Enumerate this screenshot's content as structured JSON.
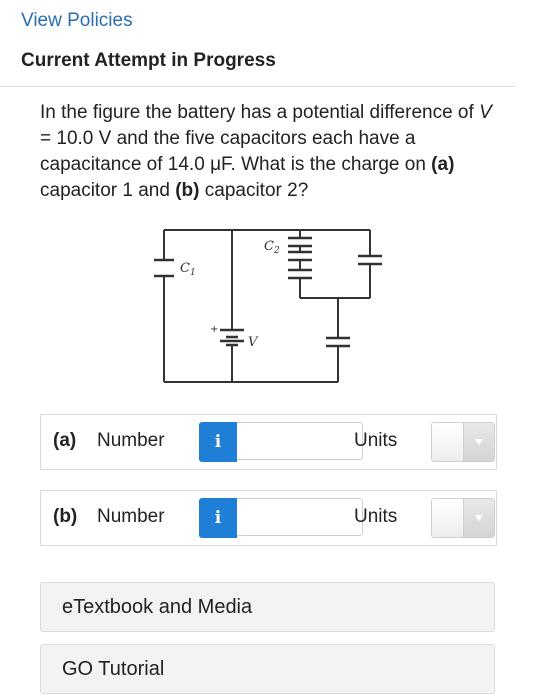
{
  "nav": {
    "view_policies": "View Policies"
  },
  "header": {
    "title": "Current Attempt in Progress"
  },
  "question": {
    "text_1": "In the figure the battery has a potential difference of ",
    "var_v": "V",
    "text_2": " = 10.0 V and the five capacitors each have a capacitance of 14.0 μF. What is the charge on ",
    "part_a": "(a)",
    "text_3": " capacitor 1 and ",
    "part_b": "(b)",
    "text_4": " capacitor 2?"
  },
  "figure": {
    "label_c1": "C",
    "label_c1_sub": "1",
    "label_c2": "C",
    "label_c2_sub": "2",
    "label_v": "V",
    "label_plus": "+"
  },
  "answers": [
    {
      "part": "(a)",
      "number_label": "Number",
      "info": "i",
      "value": "",
      "units_label": "Units",
      "units_value": ""
    },
    {
      "part": "(b)",
      "number_label": "Number",
      "info": "i",
      "value": "",
      "units_label": "Units",
      "units_value": ""
    }
  ],
  "resources": {
    "etextbook": "eTextbook and Media",
    "go_tutorial": "GO Tutorial"
  }
}
